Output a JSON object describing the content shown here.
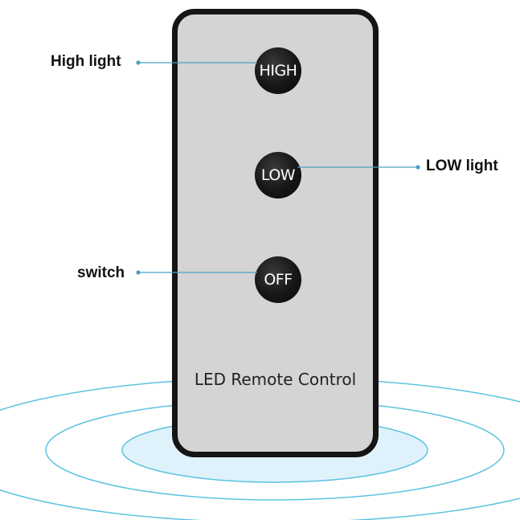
{
  "remote": {
    "buttons": [
      {
        "label": "HIGH"
      },
      {
        "label": "LOW"
      },
      {
        "label": "OFF"
      }
    ],
    "brand_label": "LED Remote Control"
  },
  "callouts": {
    "high": "High light",
    "low": "LOW light",
    "off": "switch"
  },
  "colors": {
    "remote_body": "#d4d4d4",
    "remote_border": "#151515",
    "button_fill": "#161616",
    "leader_line": "#4a9fc4",
    "ripple_stroke": "#5cc3e0",
    "ripple_fill": "#dff2fb"
  }
}
